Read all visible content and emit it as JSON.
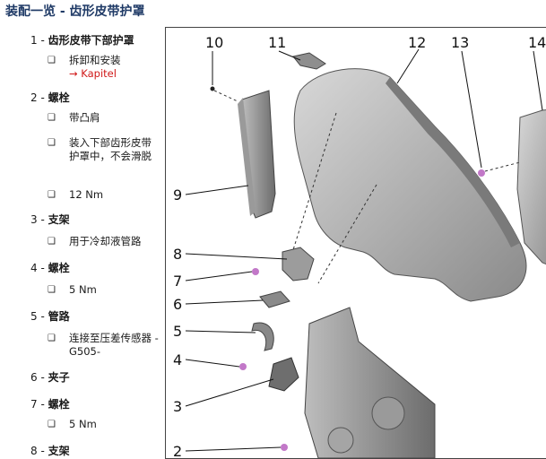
{
  "title": "装配一览 - 齿形皮带护罩",
  "items": [
    {
      "num": "1 -",
      "label": "齿形皮带下部护罩",
      "subs": [
        {
          "text": "拆卸和安装",
          "link": "→ Kapitel"
        }
      ]
    },
    {
      "num": "2 -",
      "label": "螺栓",
      "subs": [
        {
          "text": "带凸肩"
        },
        {
          "text": "装入下部齿形皮带护罩中，不会滑脱"
        },
        {
          "text": "12 Nm"
        }
      ]
    },
    {
      "num": "3 -",
      "label": "支架",
      "subs": [
        {
          "text": "用于冷却液管路"
        }
      ]
    },
    {
      "num": "4 -",
      "label": "螺栓",
      "subs": [
        {
          "text": "5 Nm"
        }
      ]
    },
    {
      "num": "5 -",
      "label": "管路",
      "subs": [
        {
          "text": "连接至压差传感器 -G505-"
        }
      ]
    },
    {
      "num": "6 -",
      "label": "夹子",
      "subs": []
    },
    {
      "num": "7 -",
      "label": "螺栓",
      "subs": [
        {
          "text": "5 Nm"
        }
      ]
    },
    {
      "num": "8 -",
      "label": "支架",
      "subs": []
    }
  ],
  "bullet_glyph": "❑",
  "callouts": [
    "10",
    "11",
    "12",
    "13",
    "14",
    "9",
    "8",
    "7",
    "6",
    "5",
    "4",
    "3",
    "2"
  ]
}
